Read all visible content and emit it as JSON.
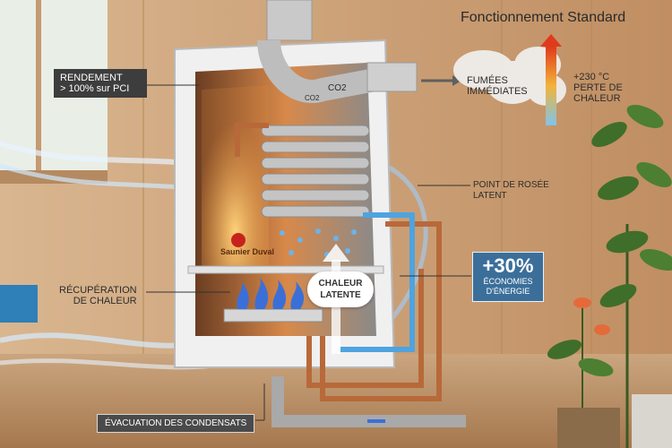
{
  "title": "Fonctionnement Standard",
  "labels": {
    "rendement": [
      "RENDEMENT",
      "> 100% sur PCI"
    ],
    "fumees": [
      "FUMÉES",
      "IMMÉDIATES"
    ],
    "temperature": [
      "+230 °C",
      "PERTE DE",
      "CHALEUR"
    ],
    "rosee": [
      "POINT DE ROSÉE",
      "LATENT"
    ],
    "recuperation": [
      "RÉCUPÉRATION",
      "DE CHALEUR"
    ],
    "chaleur_latente": [
      "CHALEUR",
      "LATENTE"
    ],
    "economie": [
      "+30%",
      "ÉCONOMIES",
      "D'ÉNERGIE"
    ],
    "evacuation": "ÉVACUATION DES CONDENSATS",
    "co2_a": "CO2",
    "co2_b": "CO2",
    "brand": "Saunier Duval"
  },
  "colors": {
    "wall": "#c9a27c",
    "boiler_shell": "#eeeeee",
    "copper": "#b8693a",
    "flame": "#3b6fd8",
    "accent_blue": "#3b6f9a"
  },
  "icons": [
    "flame-icon",
    "plant-icon",
    "flower-icon",
    "brand-logo-icon"
  ]
}
